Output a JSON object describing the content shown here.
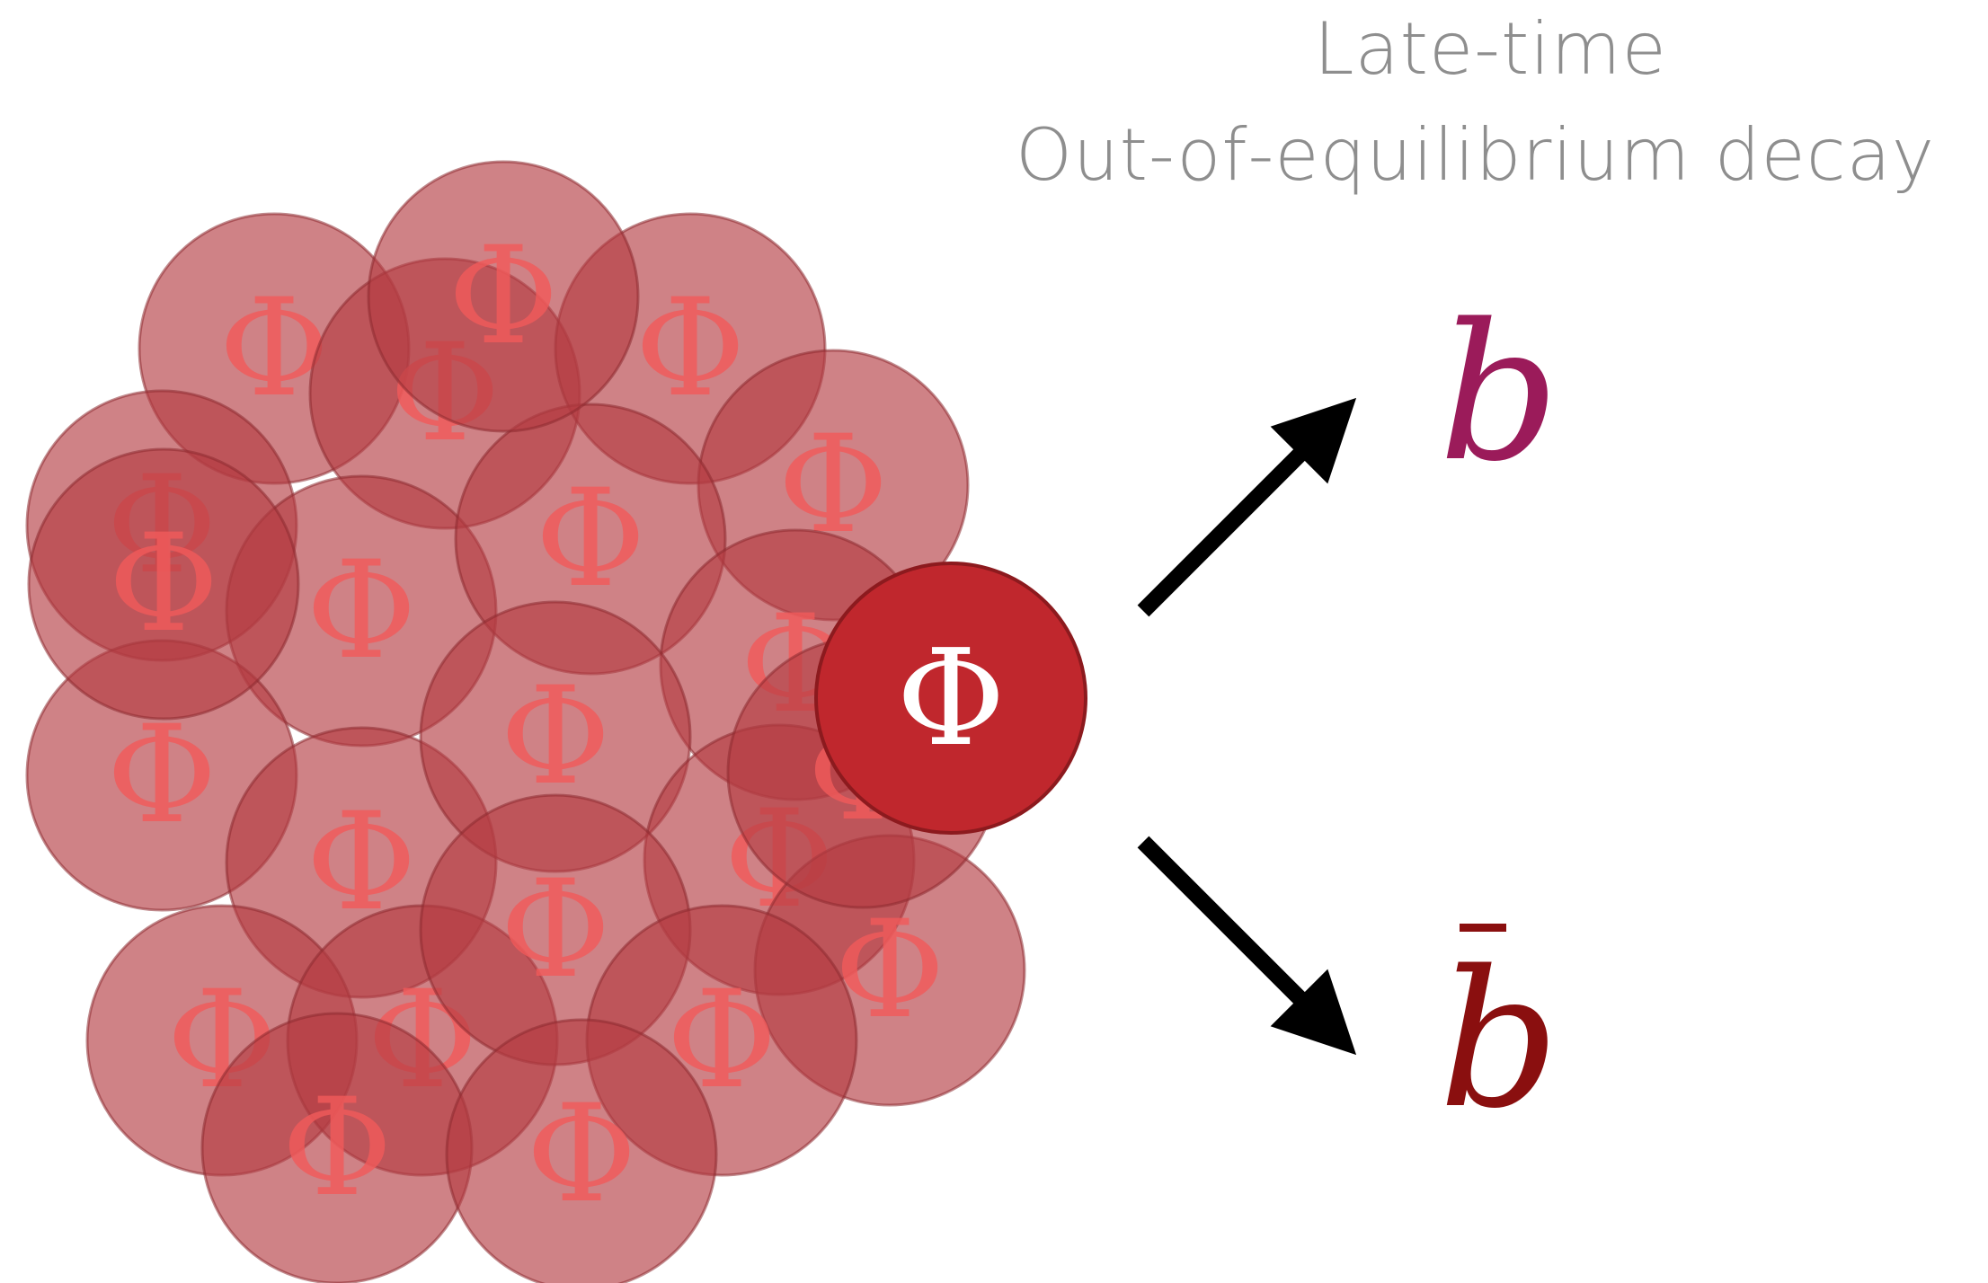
{
  "title": {
    "line1": "Late-time",
    "line2": "Out-of-equilibrium decay"
  },
  "particles": {
    "cluster_symbol": "Φ",
    "cluster_count": 22,
    "decaying_symbol": "Φ",
    "products": [
      {
        "symbol": "b",
        "bar": false,
        "color": "#9b1b5a"
      },
      {
        "symbol": "b",
        "bar": true,
        "color": "#8a0f0f"
      }
    ]
  },
  "colors": {
    "title_text": "#8e8e8e",
    "cluster_disk": "#b43c42",
    "cluster_symbol": "#f05a5a",
    "decaying_disk": "#c0272d",
    "decaying_symbol": "#ffffff",
    "arrow": "#000000"
  }
}
